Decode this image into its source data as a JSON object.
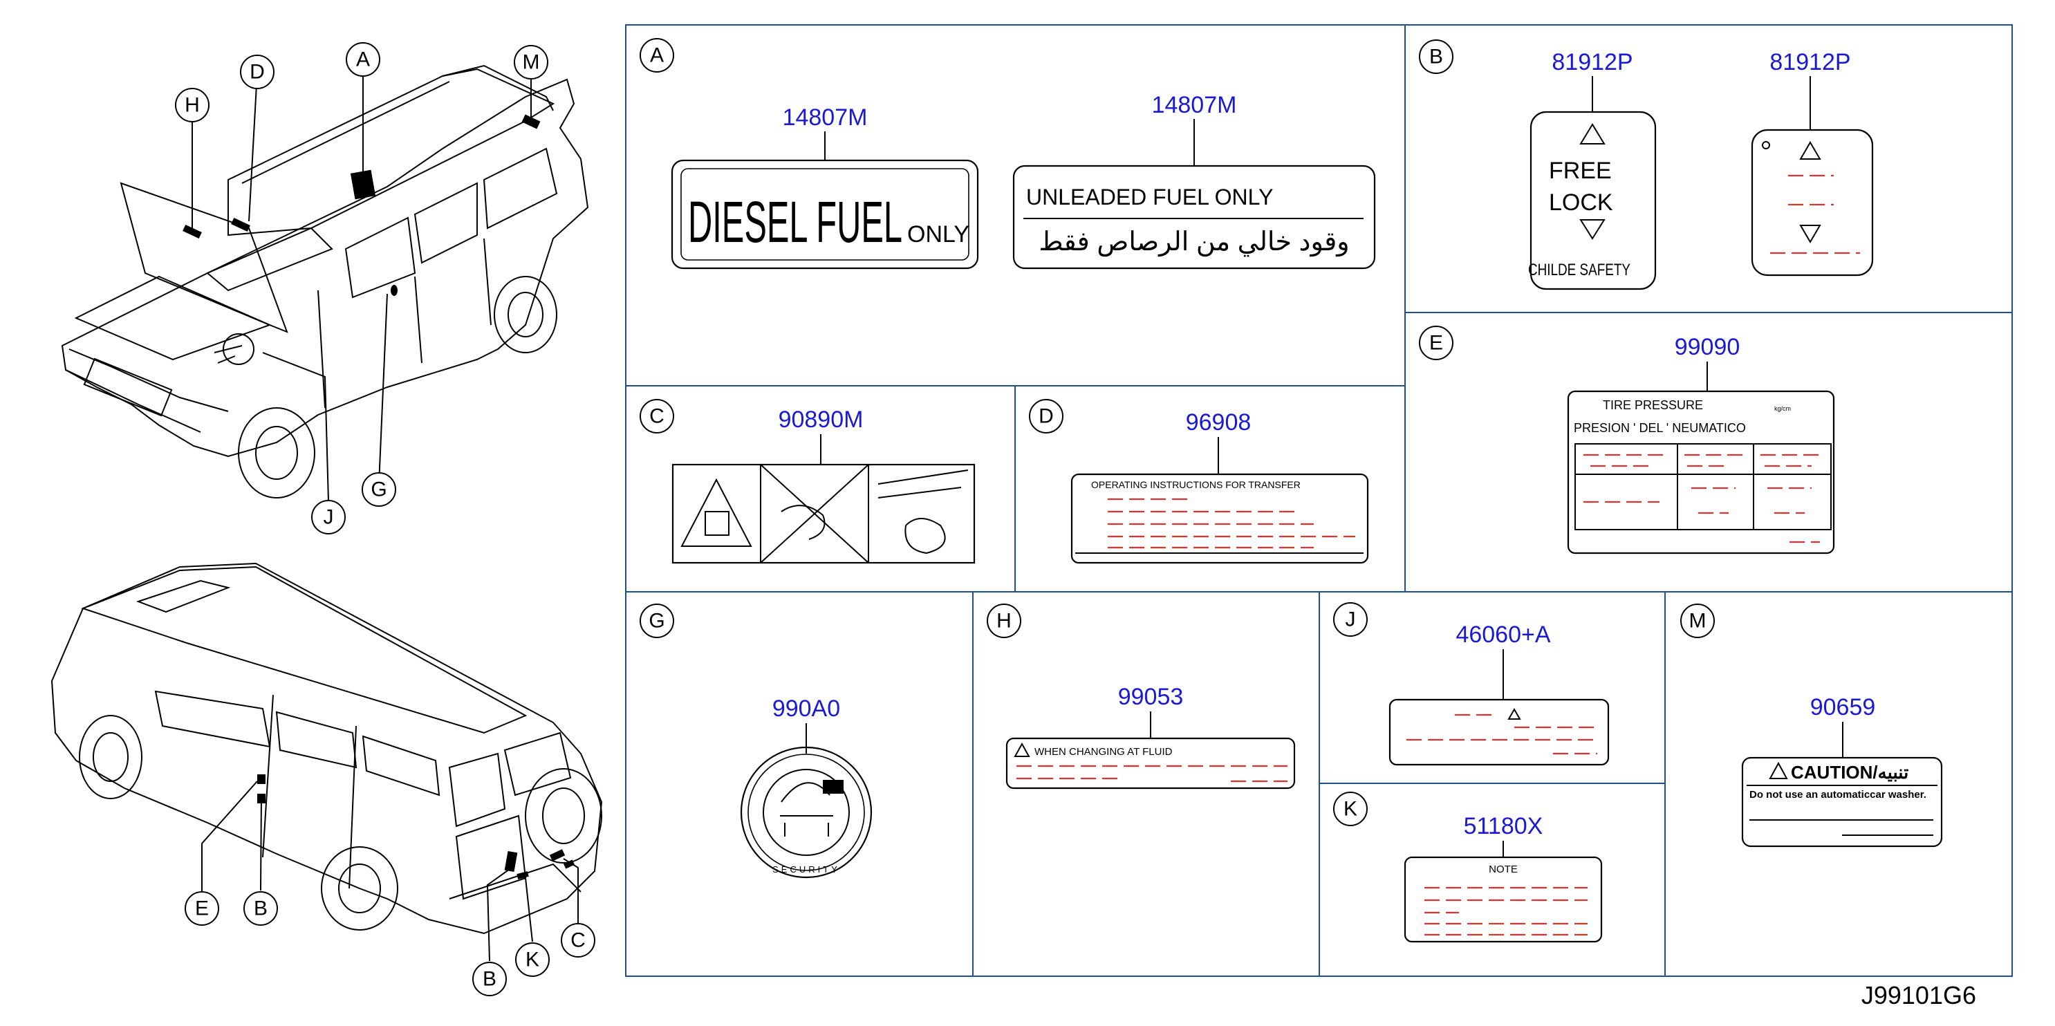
{
  "diagram_code": "J99101G6",
  "callouts": {
    "top": [
      "H",
      "D",
      "A",
      "M",
      "J",
      "G"
    ],
    "bottom": [
      "E",
      "B",
      "B",
      "K",
      "C"
    ]
  },
  "panels": {
    "A": {
      "letter": "A",
      "parts": [
        "14807M",
        "14807M"
      ],
      "diesel_main": "DIESEL FUEL",
      "diesel_small": "ONLY",
      "unleaded": "UNLEADED   FUEL   ONLY",
      "arabic": "وقود خالي من الرصاص فقط"
    },
    "B": {
      "letter": "B",
      "parts": [
        "81912P",
        "81912P"
      ],
      "free": "FREE",
      "lock": "LOCK",
      "child": "CHILDE    SAFETY"
    },
    "C": {
      "letter": "C",
      "part": "90890M"
    },
    "D": {
      "letter": "D",
      "part": "96908",
      "title": "OPERATING    INSTRUCTIONS    FOR    TRANSFER"
    },
    "E": {
      "letter": "E",
      "part": "99090",
      "line1": "TIRE      PRESSURE",
      "unit": "kg/cm",
      "line2": "PRESION    '    DEL    '    NEUMATICO"
    },
    "G": {
      "letter": "G",
      "part": "990A0",
      "ring": "SECURITY"
    },
    "H": {
      "letter": "H",
      "part": "99053",
      "text": "WHEN      CHANGING      AT      FLUID"
    },
    "J": {
      "letter": "J",
      "part": "46060+A"
    },
    "K": {
      "letter": "K",
      "part": "51180X",
      "note": "NOTE"
    },
    "M": {
      "letter": "M",
      "part": "90659",
      "caution": "CAUTION/تنبيه",
      "text": "Do not use an automaticcar washer."
    }
  }
}
